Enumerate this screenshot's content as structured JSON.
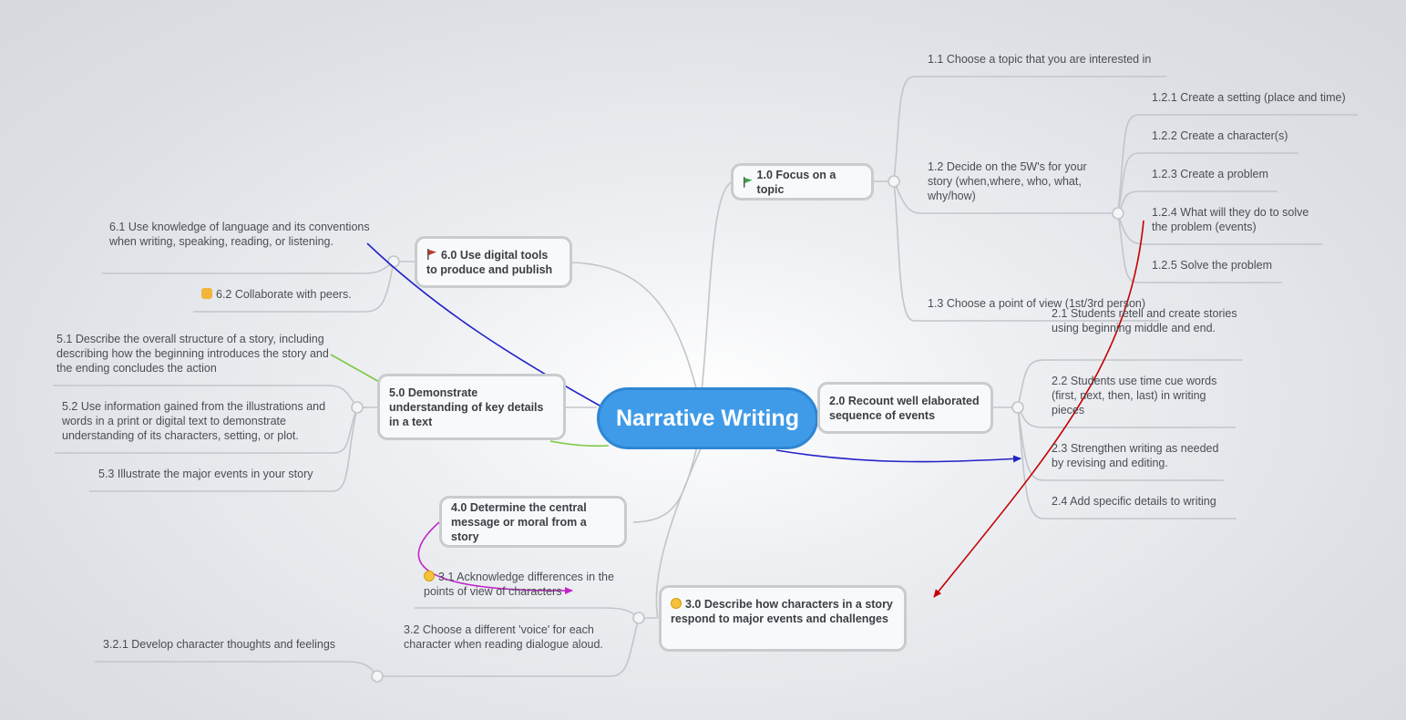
{
  "central_topic": "Narrative Writing",
  "colors": {
    "central_fill": "#3f9be8",
    "link_blue": "#2222c8",
    "link_red": "#c40000",
    "link_magenta": "#c026c8",
    "link_green": "#7ac943"
  },
  "topics": {
    "t1": {
      "label": "1.0 Focus on a topic",
      "icon": "green-flag-icon"
    },
    "t2": {
      "label": "2.0  Recount well elaborated sequence of events"
    },
    "t3": {
      "label": "3.0  Describe how characters in a story respond to major events and challenges",
      "icon": "neutral-face-icon"
    },
    "t4": {
      "label": "4.0 Determine the central message or moral from a story"
    },
    "t5": {
      "label": "5.0  Demonstrate understanding of key details in a text"
    },
    "t6": {
      "label": "6.0 Use digital tools to produce and publish",
      "icon": "red-flag-icon"
    }
  },
  "subtopics": {
    "s1_1": "1.1 Choose a topic that you are interested in",
    "s1_2": "1.2 Decide on the 5W's for your story (when,where, who, what, why/how)",
    "s1_2_1": "1.2.1 Create a setting (place and time)",
    "s1_2_2": "1.2.2 Create a character(s)",
    "s1_2_3": "1.2.3 Create a problem",
    "s1_2_4": "1.2.4 What will they do to solve the problem (events)",
    "s1_2_5": "1.2.5 Solve the problem",
    "s1_3": "1.3 Choose a point of view (1st/3rd person)",
    "s2_1": "2.1  Students retell and create stories using beginning middle and end.",
    "s2_2": "2.2  Students use time cue words (first, next, then, last) in writing pieces",
    "s2_3": "2.3  Strengthen writing as needed by revising and editing.",
    "s2_4": "2.4 Add specific details to writing",
    "s3_1": "3.1  Acknowledge differences in the points of view of characters",
    "s3_2": "3.2   Choose a different 'voice' for each character when reading dialogue aloud.",
    "s3_2_1": "3.2.1 Develop character thoughts and feelings",
    "s5_1": "5.1 Describe the overall structure of a story, including describing how the beginning introduces the story and the ending concludes the action",
    "s5_2": "5.2  Use information gained from the illustrations and words in a print or digital text to demonstrate understanding of its characters, setting, or plot.",
    "s5_3": "5.3 Illustrate the major events in your story",
    "s6_1": "6.1 Use knowledge of language and its conventions when writing, speaking, reading, or listening.",
    "s6_2": "6.2  Collaborate with peers."
  }
}
